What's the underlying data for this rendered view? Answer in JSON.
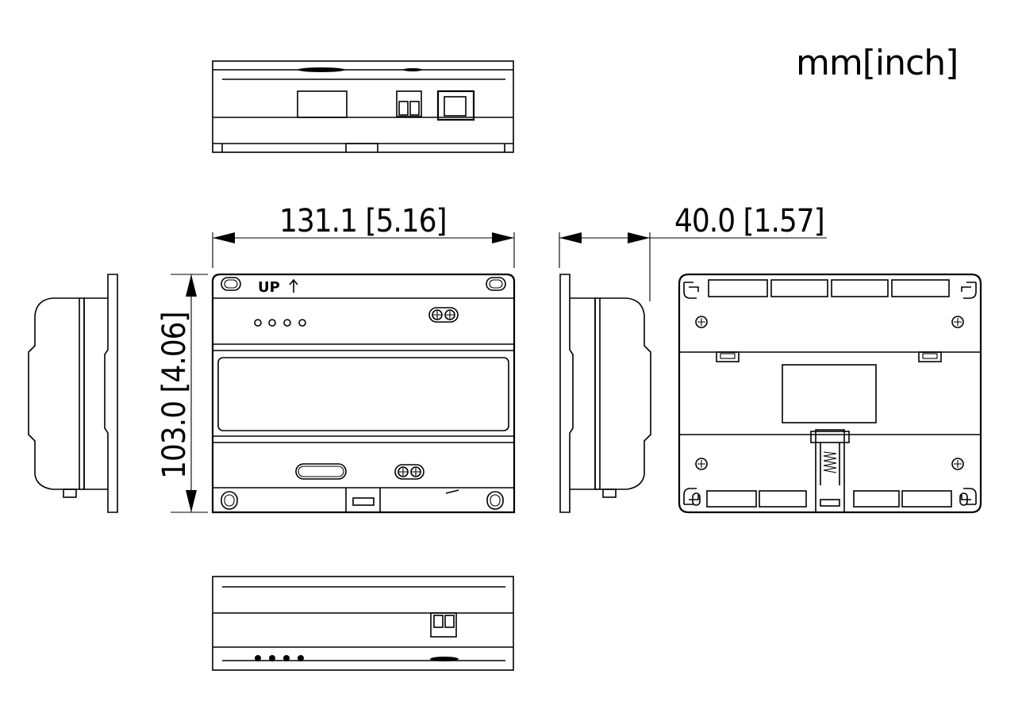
{
  "units_label": "mm[inch]",
  "dimensions": {
    "width": "131.1  [5.16]",
    "height": "103.0  [4.06]",
    "depth": "40.0  [1.57]"
  },
  "front_label": "UP"
}
